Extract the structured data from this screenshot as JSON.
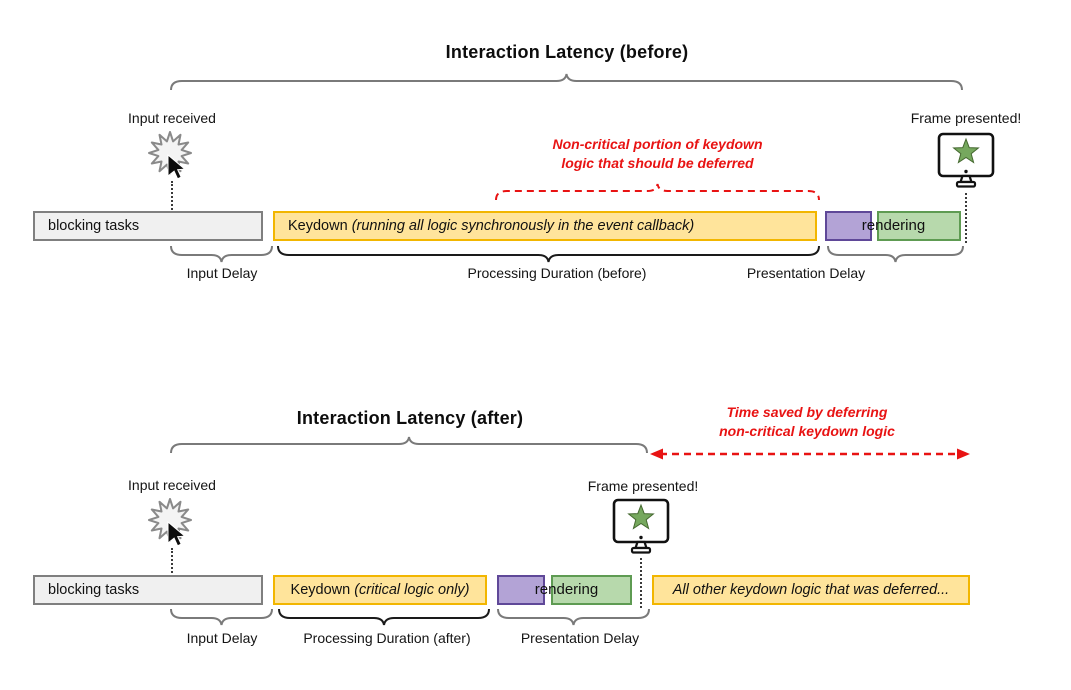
{
  "colors": {
    "accent_red": "#E81313",
    "bar_yellow_fill": "#FFE49B",
    "bar_yellow_border": "#F2B600",
    "bar_purple_fill": "#B3A3D6",
    "bar_purple_border": "#5F4898",
    "bar_green_fill": "#B7D9AC",
    "bar_green_border": "#5E9B52",
    "bar_gray_fill": "#F0F0F0",
    "bar_gray_border": "#7F7F7F",
    "brace_gray": "#7A7A7A",
    "brace_black": "#1A1A1A",
    "monitor_star_green": "#76A85E"
  },
  "before": {
    "title": "Interaction Latency (before)",
    "input_received": "Input received",
    "frame_presented": "Frame presented!",
    "deferred_annotation_line1": "Non-critical portion of keydown",
    "deferred_annotation_line2": "logic that should be deferred",
    "bar_blocking": "blocking tasks",
    "bar_keydown_prefix": "Keydown ",
    "bar_keydown_detail": "(running all logic synchronously in the event callback)",
    "bar_rendering": "rendering",
    "label_input_delay": "Input Delay",
    "label_processing": "Processing Duration (before)",
    "label_presentation": "Presentation Delay"
  },
  "after": {
    "title": "Interaction Latency (after)",
    "time_saved_line1": "Time saved by deferring",
    "time_saved_line2": "non-critical keydown logic",
    "input_received": "Input received",
    "frame_presented": "Frame presented!",
    "bar_blocking": "blocking tasks",
    "bar_keydown_prefix": "Keydown ",
    "bar_keydown_detail": "(critical logic only)",
    "bar_rendering": "rendering",
    "bar_deferred": "All other keydown logic that was deferred...",
    "label_input_delay": "Input Delay",
    "label_processing": "Processing Duration (after)",
    "label_presentation": "Presentation Delay"
  }
}
